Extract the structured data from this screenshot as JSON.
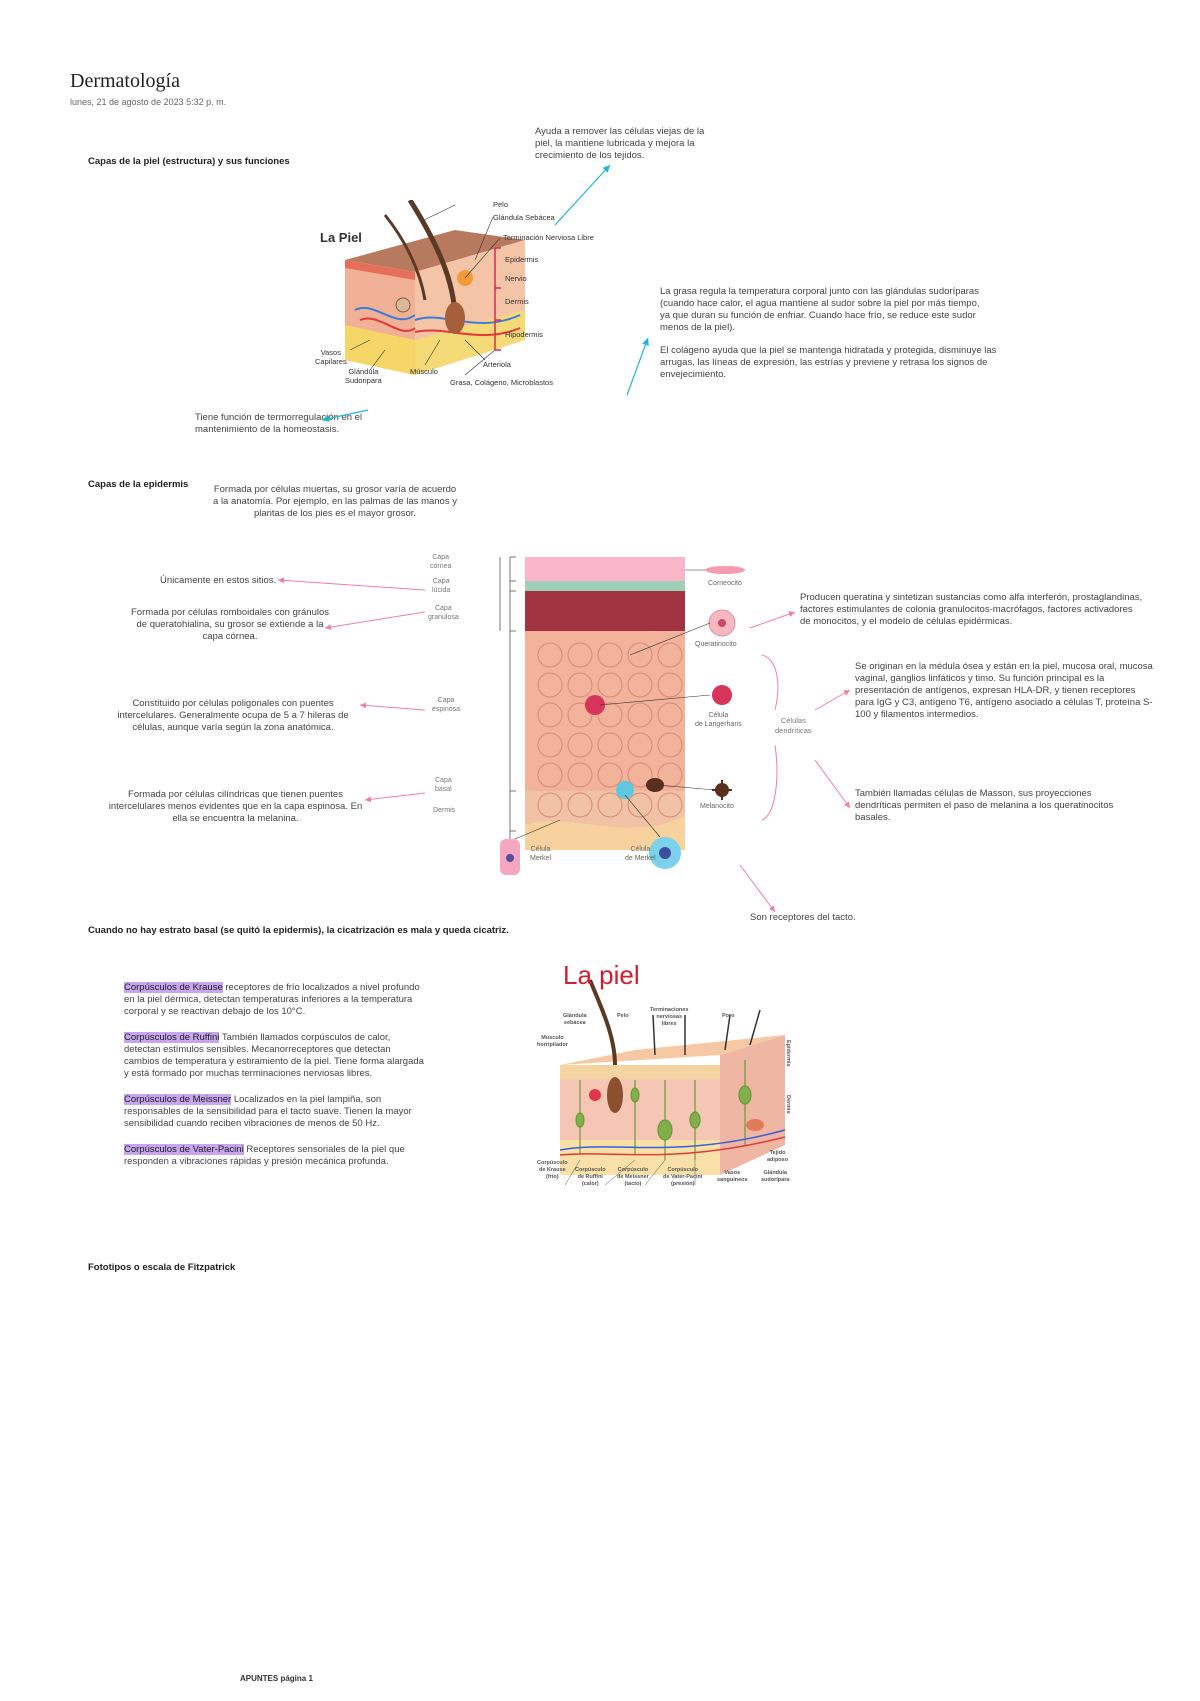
{
  "header": {
    "title": "Dermatología",
    "date": "lunes, 21 de agosto de 2023      5:32 p. m."
  },
  "section1": {
    "heading": "Capas de la piel (estructura) y sus funciones",
    "diagram_title": "La Piel",
    "labels": {
      "pelo": "Pelo",
      "glandula_sebacea": "Glándula Sebácea",
      "terminacion": "Terminación Nerviosa Libre",
      "epidermis": "Epidermis",
      "nervio": "Nervio",
      "dermis": "Dermis",
      "hipodermis": "Hipodermis",
      "vasos_capilares": "Vasos\nCapilares",
      "glandula_sudoripara": "Glándula\nSudoripara",
      "musculo": "Músculo",
      "arteriola": "Arteriola",
      "grasa": "Grasa, Colágeno, Microblastos"
    },
    "note_sebacea": "Ayuda a remover las células viejas de la piel, la mantiene lubricada y mejora la crecimiento de los tejidos.",
    "note_grasa_1": "La grasa regula la temperatura corporal junto con las glándulas sudoríparas (cuando hace calor, el agua mantiene al sudor sobre la piel por más tiempo, ya que duran su función de enfriar. Cuando hace frío, se reduce este sudor menos de la piel).",
    "note_grasa_2": "El colágeno ayuda que la piel se mantenga hidratada y protegida, disminuye las arrugas, las líneas de expresión, las estrías y previene y retrasa los signos de envejecimiento.",
    "note_sudoripara": "Tiene función de termorregulación en el mantenimiento de la homeostasis."
  },
  "section2": {
    "heading": "Capas de la epidermis",
    "layer_labels": {
      "cornea": "Capa\ncórnea",
      "lucida": "Capa\nlúcida",
      "granulosa": "Capa\ngranulosa",
      "espinosa": "Capa\nespinosa",
      "basal": "Capa\nbasal",
      "dermis": "Dermis"
    },
    "cell_labels": {
      "corneocito": "Corneocito",
      "queratinocito": "Queratinocito",
      "langerhans": "Célula\nde Langerhans",
      "melanocito": "Melanocito",
      "dendriticas": "Células\ndendríticas",
      "merkel": "Célula\nMerkel",
      "tacto": "Célula\nde Merkel"
    },
    "note_cornea": "Formada por células muertas, su grosor varía de acuerdo a la anatomía. Por ejemplo, en las palmas de las manos y plantas de los pies es el mayor grosor.",
    "note_lucida": "Únicamente en estos sitios.",
    "note_granulosa": "Formada por células romboidales con gránulos de queratohialina, su grosor se extiende a la capa córnea.",
    "note_espinosa": "Constituido por células poligonales con puentes intercelulares. Generalmente ocupa de 5 a 7 hileras de células, aunque varía según la zona anatómica.",
    "note_basal": "Formada por células cilíndricas que tienen puentes intercelulares menos evidentes que en la capa espinosa. En ella se encuentra la melanina.",
    "note_queratinocito": "Producen queratina y sintetizan sustancias como alfa interferón, prostaglandinas, factores estimulantes de colonia granulocitos-macrófagos, factores activadores de monocitos, y el modelo de células epidérmicas.",
    "note_langerhans": "Se originan en la médula ósea y están en la piel, mucosa oral, mucosa vaginal, ganglios linfáticos y timo. Su función principal es la presentación de antígenos, expresan HLA-DR, y tienen receptores para IgG y C3, antígeno T6, antígeno asociado a células T, proteína S-100 y filamentos intermedios.",
    "note_melanocito": "También llamadas células de Masson, sus proyecciones dendríticas permiten el paso de melanina a los queratinocitos basales.",
    "note_merkel": "Son receptores del tacto.",
    "cicatriz": "Cuando no hay estrato basal (se quitó la epidermis), la cicatrización es mala y queda cicatriz."
  },
  "section3": {
    "diagram_title": "La piel",
    "labels": {
      "glandula_sebacea": "Glándula\nsebácea",
      "pelo": "Pelo",
      "terminaciones": "Terminaciones\nnerviosas\nlibres",
      "poro": "Poro",
      "musculo": "Músculo\nhorripilador",
      "epidermis": "Epidermis",
      "dermis": "Dermis",
      "tejido": "Tejido\nadiposo",
      "sudoripara": "Glándula\nsudorípara",
      "krause": "Corpúsculo\nde Krause\n(frío)",
      "ruffini": "Corpúsculo\nde Ruffini\n(calor)",
      "meissner": "Corpúsculo\nde Meissner\n(tacto)",
      "vater": "Corpúsculo\nde Vater-Pacini\n(presión)",
      "vasos": "Vasos\nsanguíneos"
    },
    "items": [
      {
        "term": "Corpúsculos de Krause",
        "text": " receptores de frío localizados a nivel profundo en la piel dérmica, detectan temperaturas inferiores a la temperatura corporal y se reactivan debajo de los 10°C."
      },
      {
        "term": "Corpúsculos de Ruffini",
        "text": " También llamados corpúsculos de calor, detectan estímulos sensibles. Mecanorreceptores que detectan cambios de temperatura y estiramiento de la piel. Tiene forma alargada y está formado por muchas terminaciones nerviosas libres."
      },
      {
        "term": "Corpúsculos de Meissner",
        "text": " Localizados en la piel lampiña, son responsables de la sensibilidad para el tacto suave. Tienen la mayor sensibilidad cuando reciben vibraciones de menos de 50 Hz."
      },
      {
        "term": "Corpúsculos de Vater-Pacini",
        "text": " Receptores sensoriales de la piel que responden a vibraciones rápidas y presión mecánica profunda."
      }
    ],
    "fototipos": "Fototipos o escala de Fitzpatrick"
  },
  "footer": {
    "page": "APUNTES página 1"
  },
  "colors": {
    "highlight": "#c7a6ef",
    "arrow_cyan": "#1fb6d6",
    "arrow_pink": "#ef7fa9"
  }
}
